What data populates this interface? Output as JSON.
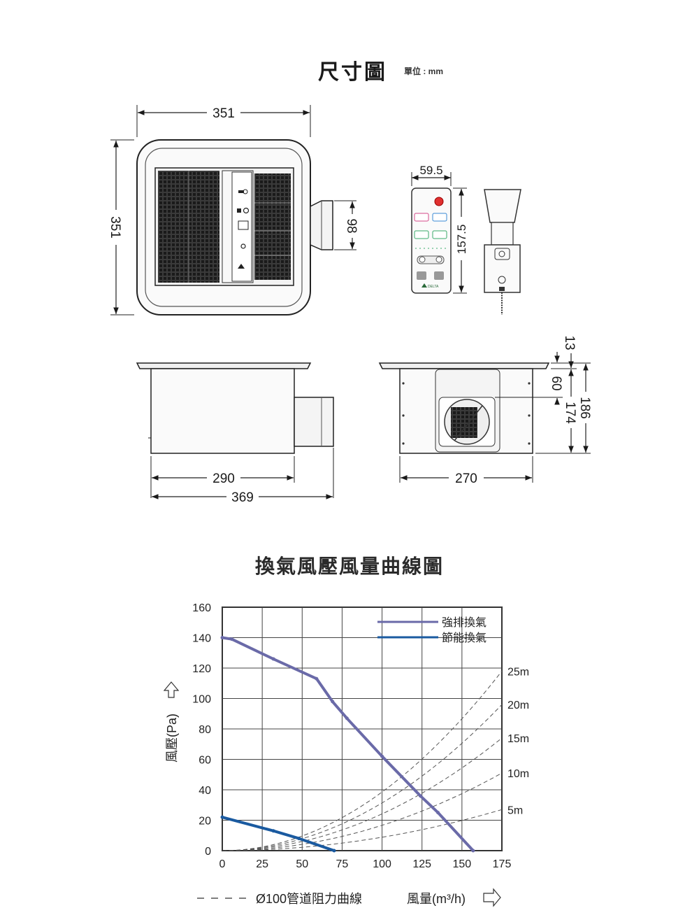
{
  "page": {
    "title": "尺寸圖",
    "unit": "單位 : mm",
    "chart_title": "換氣風壓風量曲線圖"
  },
  "dimensions": {
    "top_width": "351",
    "top_height": "351",
    "duct_height": "98",
    "remote_width": "59.5",
    "remote_height": "157.5",
    "side_depth_body": "290",
    "side_depth_total": "369",
    "front_width": "270",
    "frame_thickness": "13",
    "duct_offset": "60",
    "body_height": "174",
    "total_height": "186"
  },
  "remote": {
    "logo": "DELTA"
  },
  "chart_data": {
    "type": "line",
    "xlabel": "風量(m³/h)",
    "ylabel": "風壓(Pa)",
    "xlim": [
      0,
      175
    ],
    "ylim": [
      0,
      160
    ],
    "x_ticks": [
      "0",
      "25",
      "50",
      "75",
      "100",
      "125",
      "150",
      "175"
    ],
    "y_ticks": [
      "0",
      "20",
      "40",
      "60",
      "80",
      "100",
      "120",
      "140",
      "160"
    ],
    "grid": true,
    "legend_position": "top-right",
    "series": [
      {
        "name": "強排換氣",
        "color": "#6a6aa8",
        "x": [
          0,
          6,
          32,
          59,
          69,
          78,
          100,
          124,
          135,
          157
        ],
        "y": [
          140,
          139,
          126,
          113,
          98,
          87,
          62,
          36,
          25,
          0
        ]
      },
      {
        "name": "節能換氣",
        "color": "#1a5aa0",
        "x": [
          0,
          32,
          48,
          70
        ],
        "y": [
          22,
          13,
          8,
          0
        ]
      }
    ],
    "resistance_curves": {
      "legend_label": "Ø100管道阻力曲線",
      "color": "#555555",
      "labels": [
        "25m",
        "20m",
        "15m",
        "10m",
        "5m"
      ],
      "end_points": [
        {
          "label": "25m",
          "x": 175,
          "y": 118
        },
        {
          "label": "20m",
          "x": 175,
          "y": 96
        },
        {
          "label": "15m",
          "x": 175,
          "y": 74
        },
        {
          "label": "10m",
          "x": 175,
          "y": 51
        },
        {
          "label": "5m",
          "x": 175,
          "y": 27
        }
      ]
    }
  }
}
